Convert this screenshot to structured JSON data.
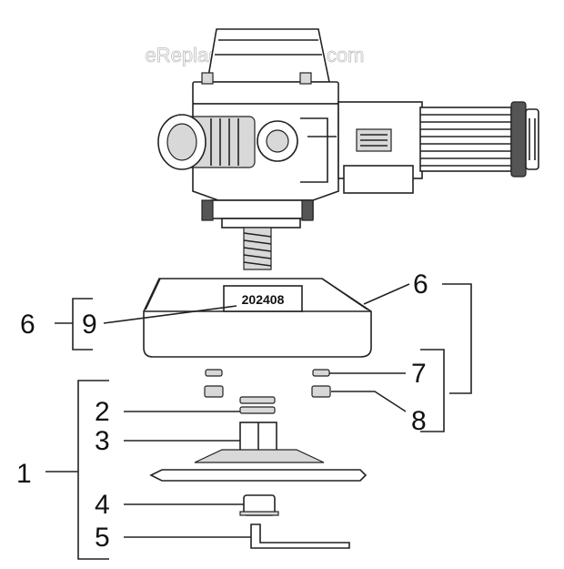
{
  "watermark": "eReplacementParts.com",
  "part_label": "202408",
  "callouts": {
    "c1": "1",
    "c2": "2",
    "c3": "3",
    "c4": "4",
    "c5": "5",
    "c6_left": "6",
    "c6_right": "6",
    "c7": "7",
    "c8": "8",
    "c9": "9"
  },
  "colors": {
    "line": "#222222",
    "shade": "#d8d8d8",
    "background": "#ffffff"
  }
}
